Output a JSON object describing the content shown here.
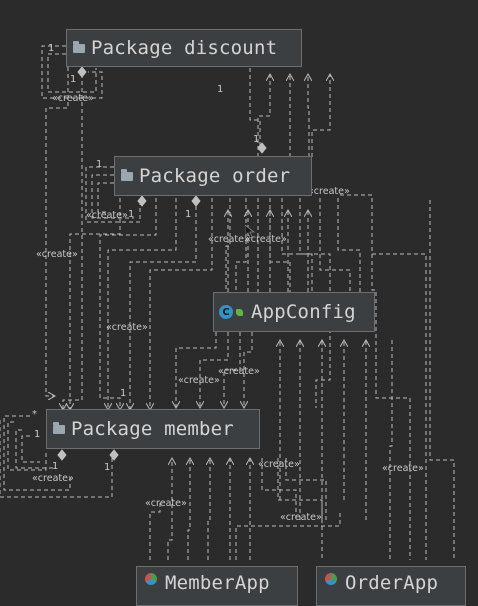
{
  "nodes": {
    "discount": {
      "label": "Package discount",
      "icon": "folder-icon"
    },
    "order": {
      "label": "Package order",
      "icon": "folder-icon"
    },
    "appconfig": {
      "label": "AppConfig",
      "icon": "class-icon"
    },
    "member": {
      "label": "Package member",
      "icon": "folder-icon"
    },
    "member_app": {
      "label": "MemberApp",
      "icon": "app-icon"
    },
    "order_app": {
      "label": "OrderApp",
      "icon": "app-icon"
    }
  },
  "edge_labels": {
    "create": "«create»",
    "one": "1",
    "star": "*"
  },
  "colors": {
    "background": "#2b2b2b",
    "node_fill": "#3c3f41",
    "node_border": "#6e6e6e",
    "edge": "#bbbbbb",
    "text": "#d4d4d4"
  }
}
